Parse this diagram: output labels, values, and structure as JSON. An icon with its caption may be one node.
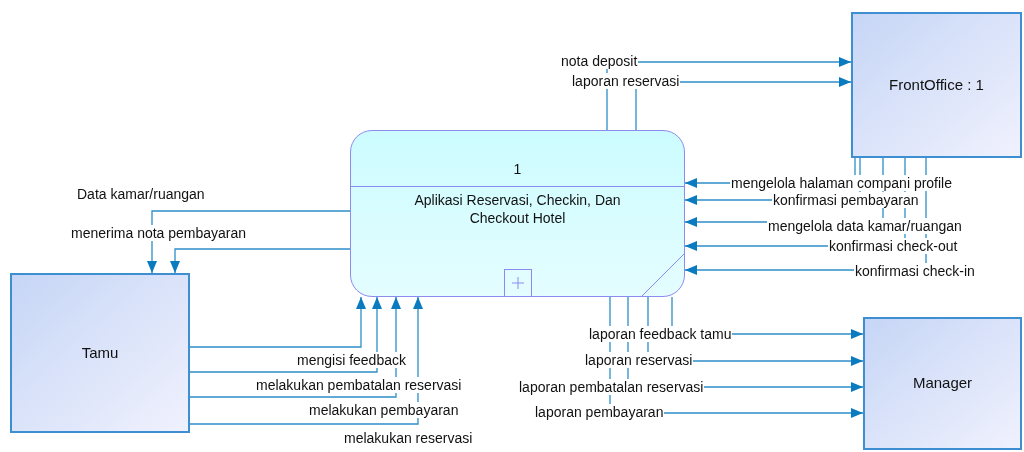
{
  "diagram": {
    "nodes": [
      {
        "text": [
          "1",
          "Aplikasi Reservasi, Checkin, Dan Checkout Hotel"
        ]
      },
      {
        "text": [
          "FrontOffice : 1"
        ]
      },
      {
        "text": [
          "Tamu"
        ]
      },
      {
        "text": [
          "Manager"
        ]
      }
    ],
    "edges": [
      {
        "from": 0,
        "to": 1,
        "arrow": "to",
        "label": "nota deposit"
      },
      {
        "from": 0,
        "to": 1,
        "arrow": "to",
        "label": "laporan reservasi"
      },
      {
        "from": 1,
        "to": 0,
        "arrow": "to",
        "label": "mengelola halaman compani profile"
      },
      {
        "from": 1,
        "to": 0,
        "arrow": "to",
        "label": "konfirmasi pembayaran"
      },
      {
        "from": 1,
        "to": 0,
        "arrow": "to",
        "label": "mengelola data kamar/ruangan"
      },
      {
        "from": 1,
        "to": 0,
        "arrow": "to",
        "label": "konfirmasi check-out"
      },
      {
        "from": 1,
        "to": 0,
        "arrow": "to",
        "label": "konfirmasi check-in"
      },
      {
        "from": 0,
        "to": 2,
        "arrow": "to",
        "label": "Data kamar/ruangan"
      },
      {
        "from": 0,
        "to": 2,
        "arrow": "to",
        "label": "menerima nota pembayaran"
      },
      {
        "from": 2,
        "to": 0,
        "arrow": "to",
        "label": "mengisi feedback"
      },
      {
        "from": 2,
        "to": 0,
        "arrow": "to",
        "label": "melakukan pembatalan reservasi"
      },
      {
        "from": 2,
        "to": 0,
        "arrow": "to",
        "label": "melakukan pembayaran"
      },
      {
        "from": 2,
        "to": 0,
        "arrow": "to",
        "label": "melakukan reservasi"
      },
      {
        "from": 0,
        "to": 3,
        "arrow": "to",
        "label": "laporan feedback tamu"
      },
      {
        "from": 0,
        "to": 3,
        "arrow": "to",
        "label": "laporan reservasi"
      },
      {
        "from": 0,
        "to": 3,
        "arrow": "to",
        "label": "laporan pembatalan reservasi"
      },
      {
        "from": 0,
        "to": 3,
        "arrow": "to",
        "label": "laporan pembayaran"
      }
    ]
  }
}
